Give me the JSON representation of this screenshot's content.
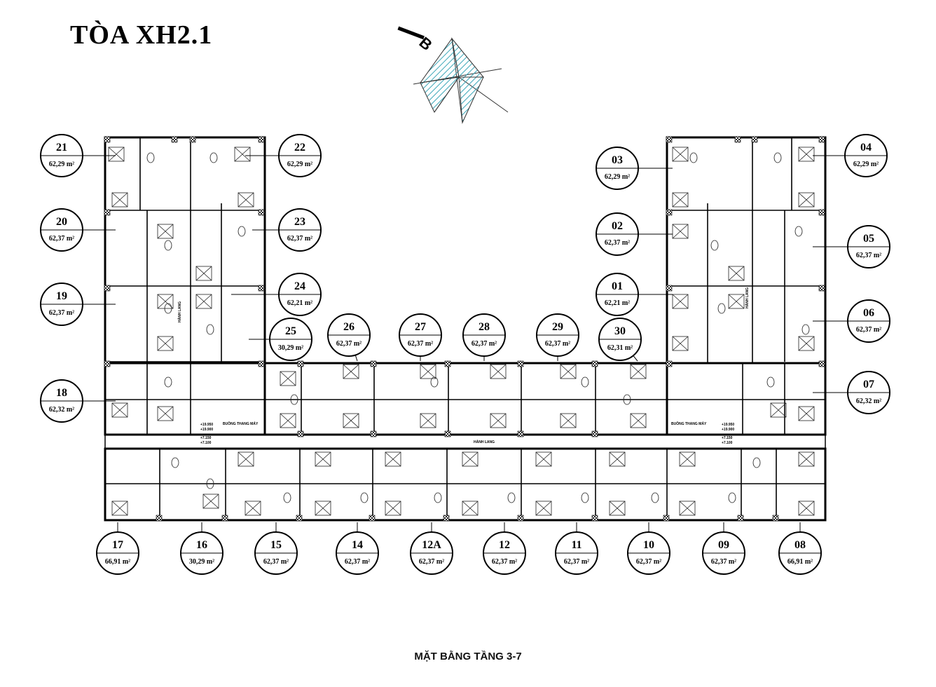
{
  "title": "TÒA XH2.1",
  "footer": "MẶT BẰNG TẦNG 3-7",
  "compass_label": "B",
  "plan_labels": {
    "corridor_top_left": "HÀNH LANG",
    "corridor_top_right": "HÀNH LANG",
    "corridor_main": "HÀNH LANG",
    "lift_left": "BUỒNG THANG MÁY",
    "lift_right": "BUỒNG THANG MÁY",
    "level_left_1": "+19.950",
    "level_left_2": "+19.900",
    "level_left_3": "+7.150",
    "level_left_4": "+7.100",
    "level_right_1": "+19.950",
    "level_right_2": "+19.900",
    "level_right_3": "+7.150",
    "level_right_4": "+7.100"
  },
  "units": [
    {
      "id": "21",
      "area": "62,29 m²"
    },
    {
      "id": "22",
      "area": "62,29 m²"
    },
    {
      "id": "20",
      "area": "62,37 m²"
    },
    {
      "id": "23",
      "area": "62,37 m²"
    },
    {
      "id": "19",
      "area": "62,37 m²"
    },
    {
      "id": "24",
      "area": "62,21 m²"
    },
    {
      "id": "25",
      "area": "30,29 m²"
    },
    {
      "id": "18",
      "area": "62,32 m²"
    },
    {
      "id": "26",
      "area": "62,37 m²"
    },
    {
      "id": "27",
      "area": "62,37 m²"
    },
    {
      "id": "28",
      "area": "62,37 m²"
    },
    {
      "id": "29",
      "area": "62,37 m²"
    },
    {
      "id": "30",
      "area": "62,31 m²"
    },
    {
      "id": "03",
      "area": "62,29 m²"
    },
    {
      "id": "04",
      "area": "62,29 m²"
    },
    {
      "id": "02",
      "area": "62,37 m²"
    },
    {
      "id": "05",
      "area": "62,37 m²"
    },
    {
      "id": "01",
      "area": "62,21 m²"
    },
    {
      "id": "06",
      "area": "62,37 m²"
    },
    {
      "id": "07",
      "area": "62,32 m²"
    },
    {
      "id": "17",
      "area": "66,91 m²"
    },
    {
      "id": "16",
      "area": "30,29 m²"
    },
    {
      "id": "15",
      "area": "62,37 m²"
    },
    {
      "id": "14",
      "area": "62,37 m²"
    },
    {
      "id": "12A",
      "area": "62,37 m²"
    },
    {
      "id": "12",
      "area": "62,37 m²"
    },
    {
      "id": "11",
      "area": "62,37 m²"
    },
    {
      "id": "10",
      "area": "62,37 m²"
    },
    {
      "id": "09",
      "area": "62,37 m²"
    },
    {
      "id": "08",
      "area": "66,91 m²"
    }
  ]
}
